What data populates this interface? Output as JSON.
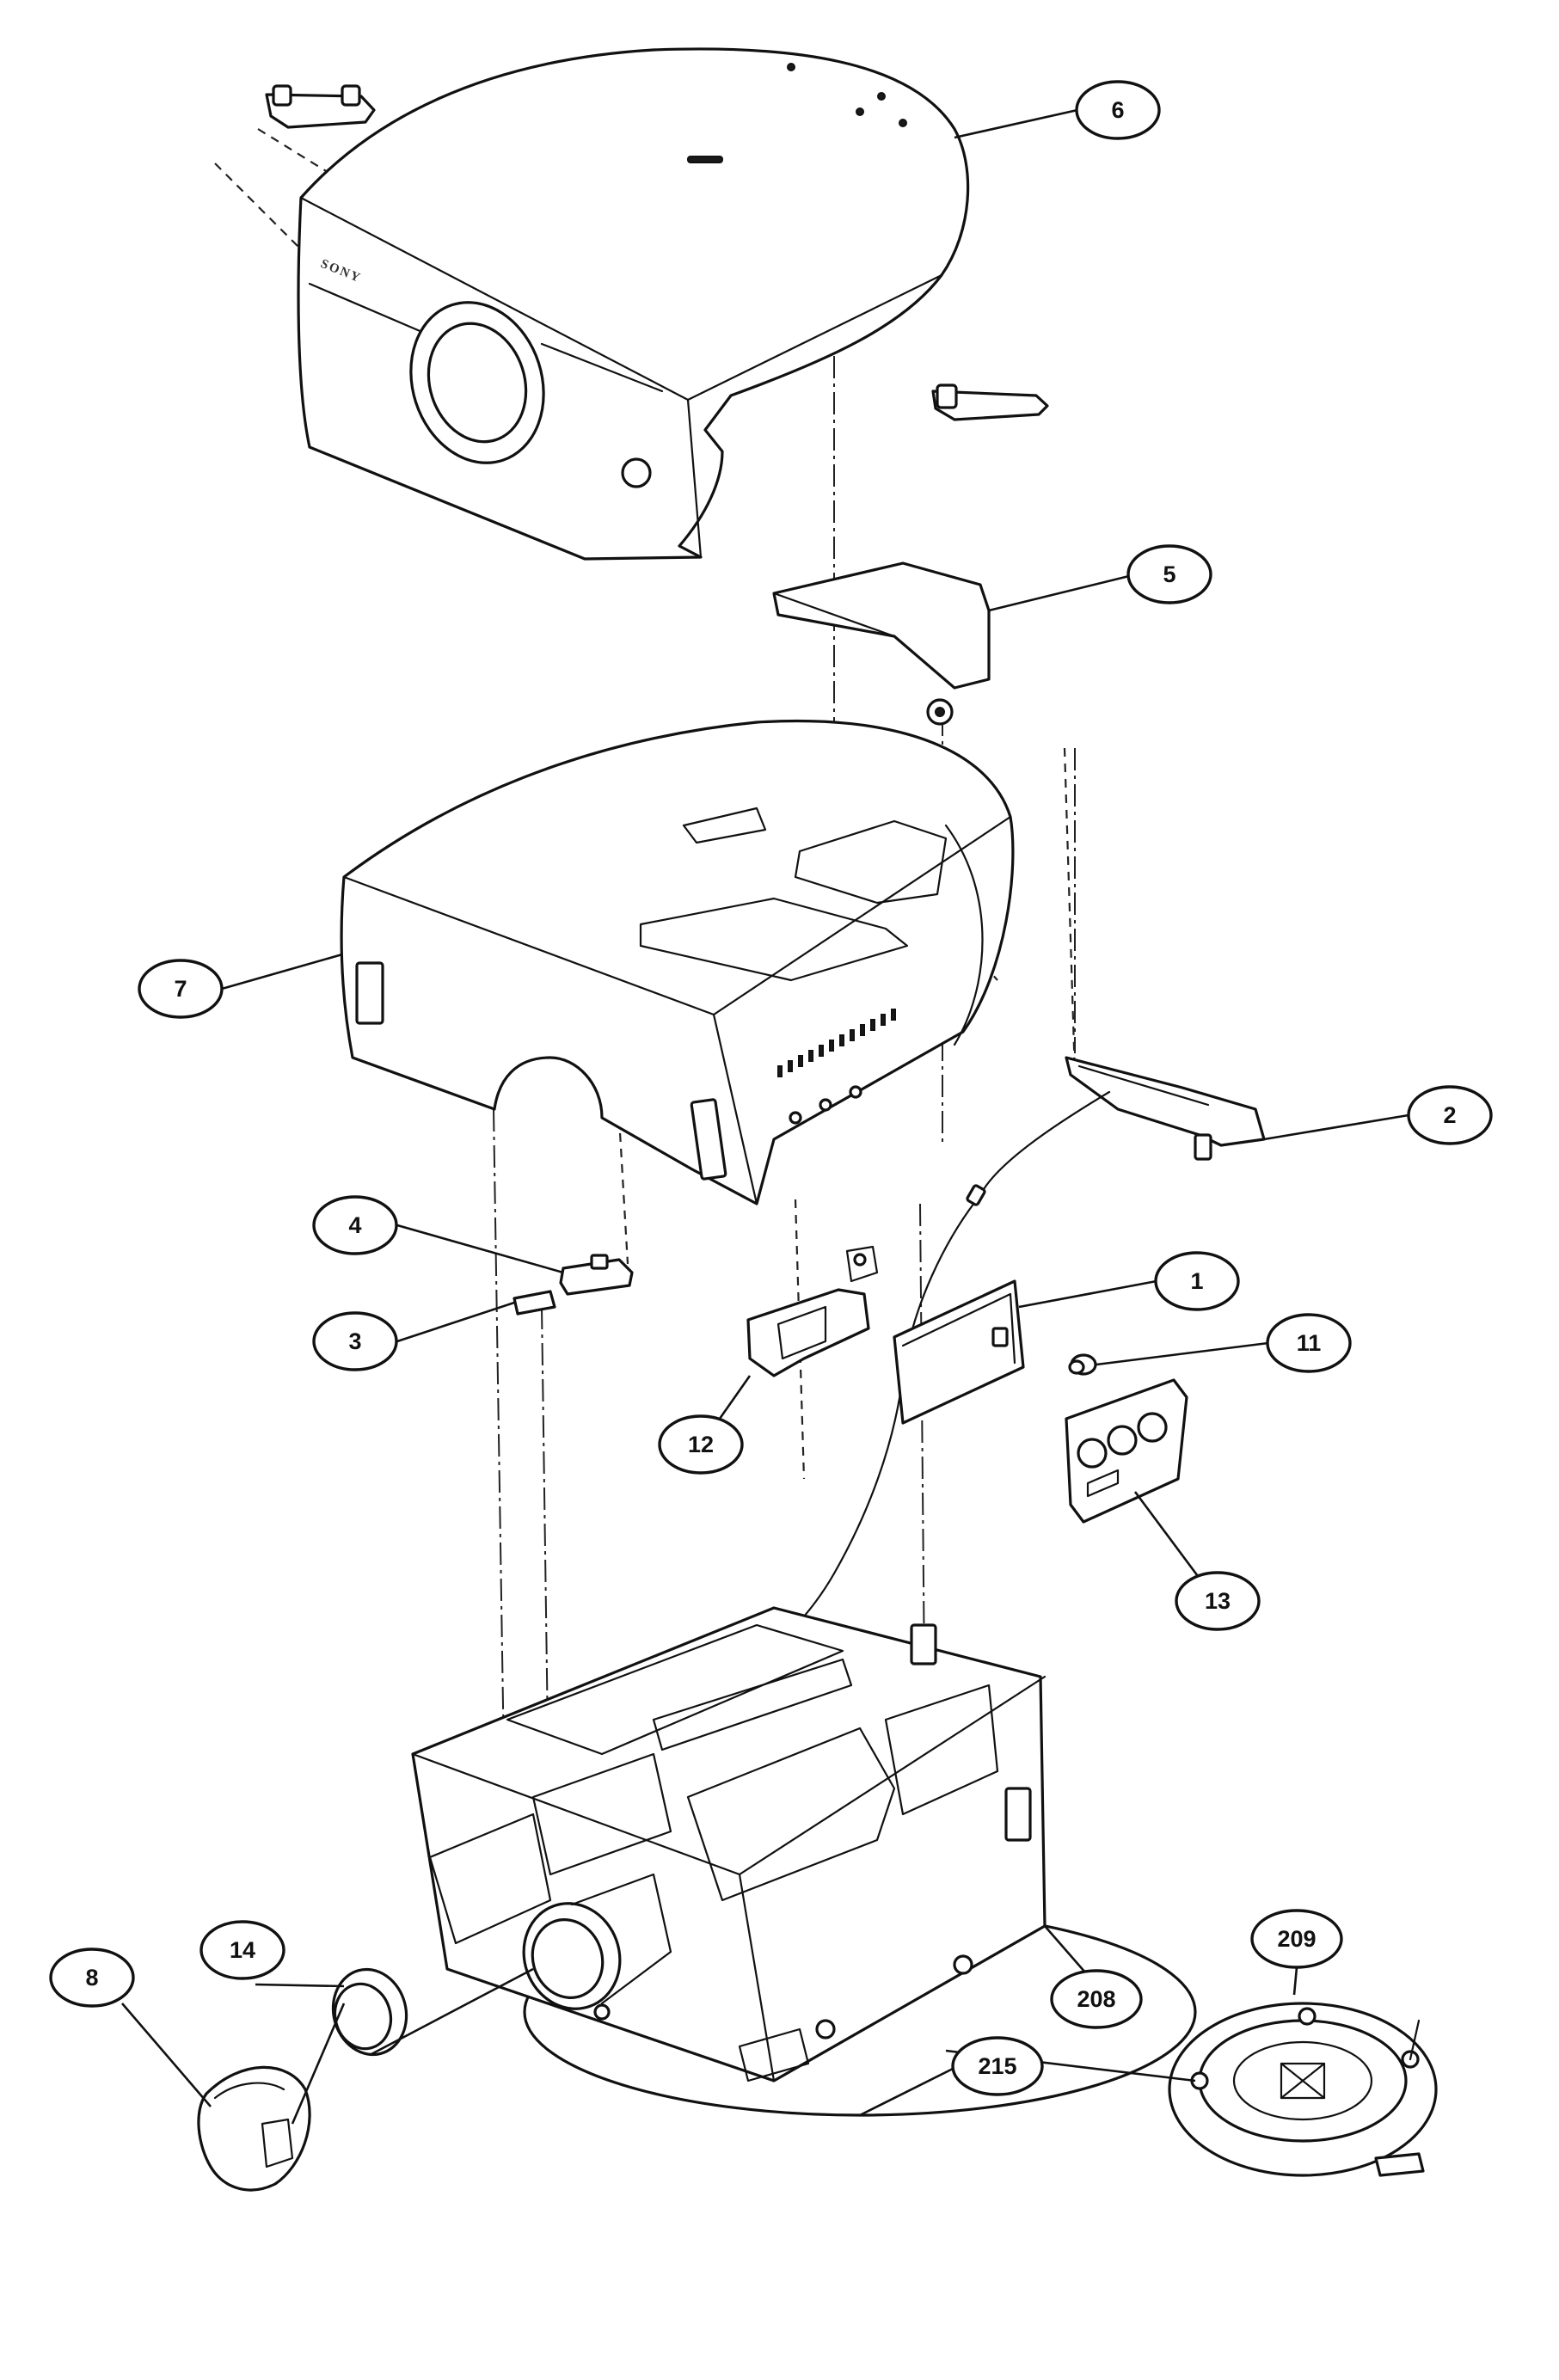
{
  "diagram": {
    "brand_mark": "SONY",
    "callouts": [
      {
        "id": "callout-6",
        "label": "6"
      },
      {
        "id": "callout-5",
        "label": "5"
      },
      {
        "id": "callout-7",
        "label": "7"
      },
      {
        "id": "callout-2",
        "label": "2"
      },
      {
        "id": "callout-4",
        "label": "4"
      },
      {
        "id": "callout-3",
        "label": "3"
      },
      {
        "id": "callout-1",
        "label": "1"
      },
      {
        "id": "callout-11",
        "label": "11"
      },
      {
        "id": "callout-12",
        "label": "12"
      },
      {
        "id": "callout-13",
        "label": "13"
      },
      {
        "id": "callout-14",
        "label": "14"
      },
      {
        "id": "callout-8",
        "label": "8"
      },
      {
        "id": "callout-209",
        "label": "209"
      },
      {
        "id": "callout-208",
        "label": "208"
      },
      {
        "id": "callout-215",
        "label": "215"
      }
    ]
  }
}
